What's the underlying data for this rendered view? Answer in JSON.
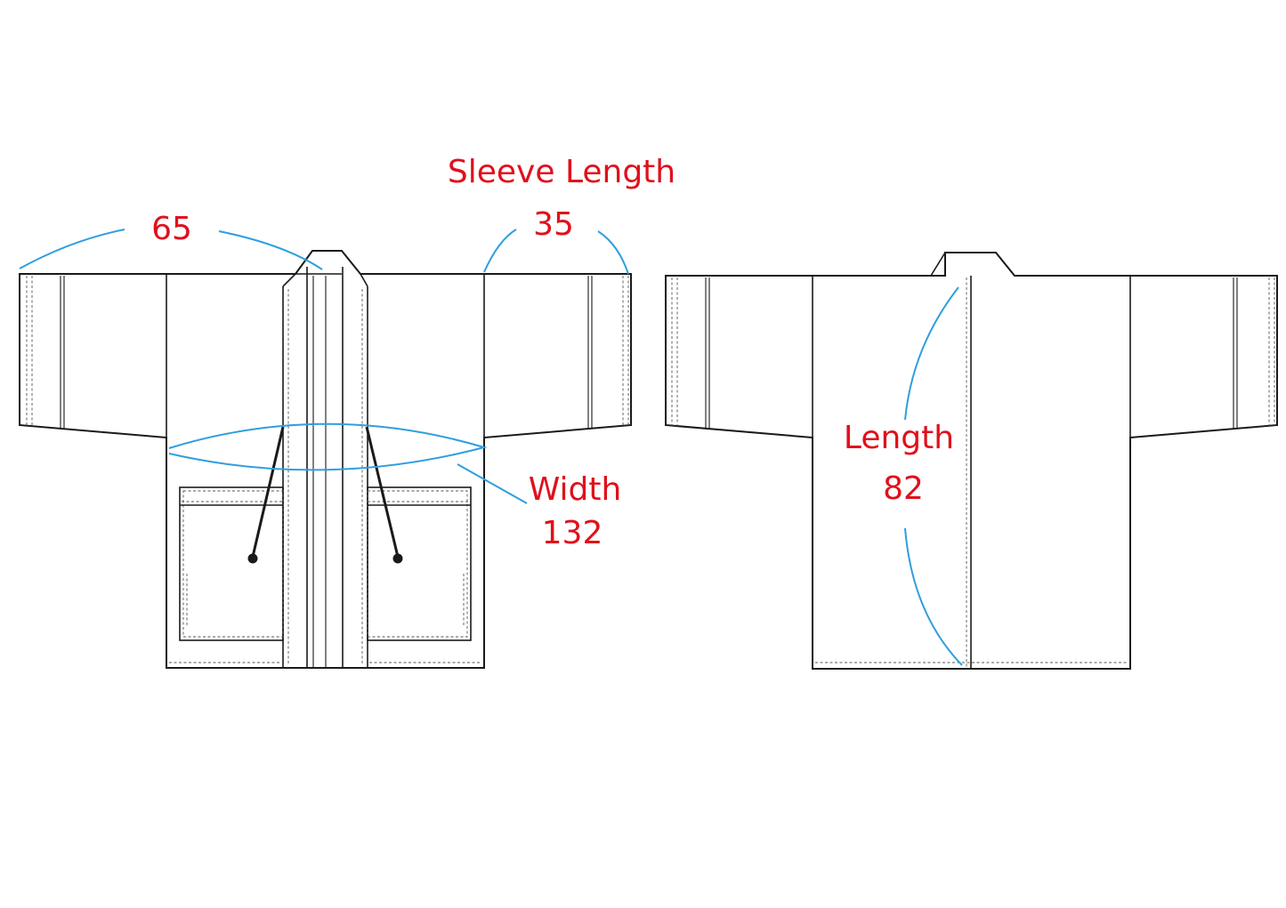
{
  "colors": {
    "label": "#e0101c",
    "measure_line": "#2f9ee0",
    "outline": "#1a1a1a"
  },
  "front_view": {
    "body_width_value": "65",
    "sleeve_length_title": "Sleeve Length",
    "sleeve_length_value": "35",
    "width_title": "Width",
    "width_value": "132"
  },
  "back_view": {
    "length_title": "Length",
    "length_value": "82"
  }
}
